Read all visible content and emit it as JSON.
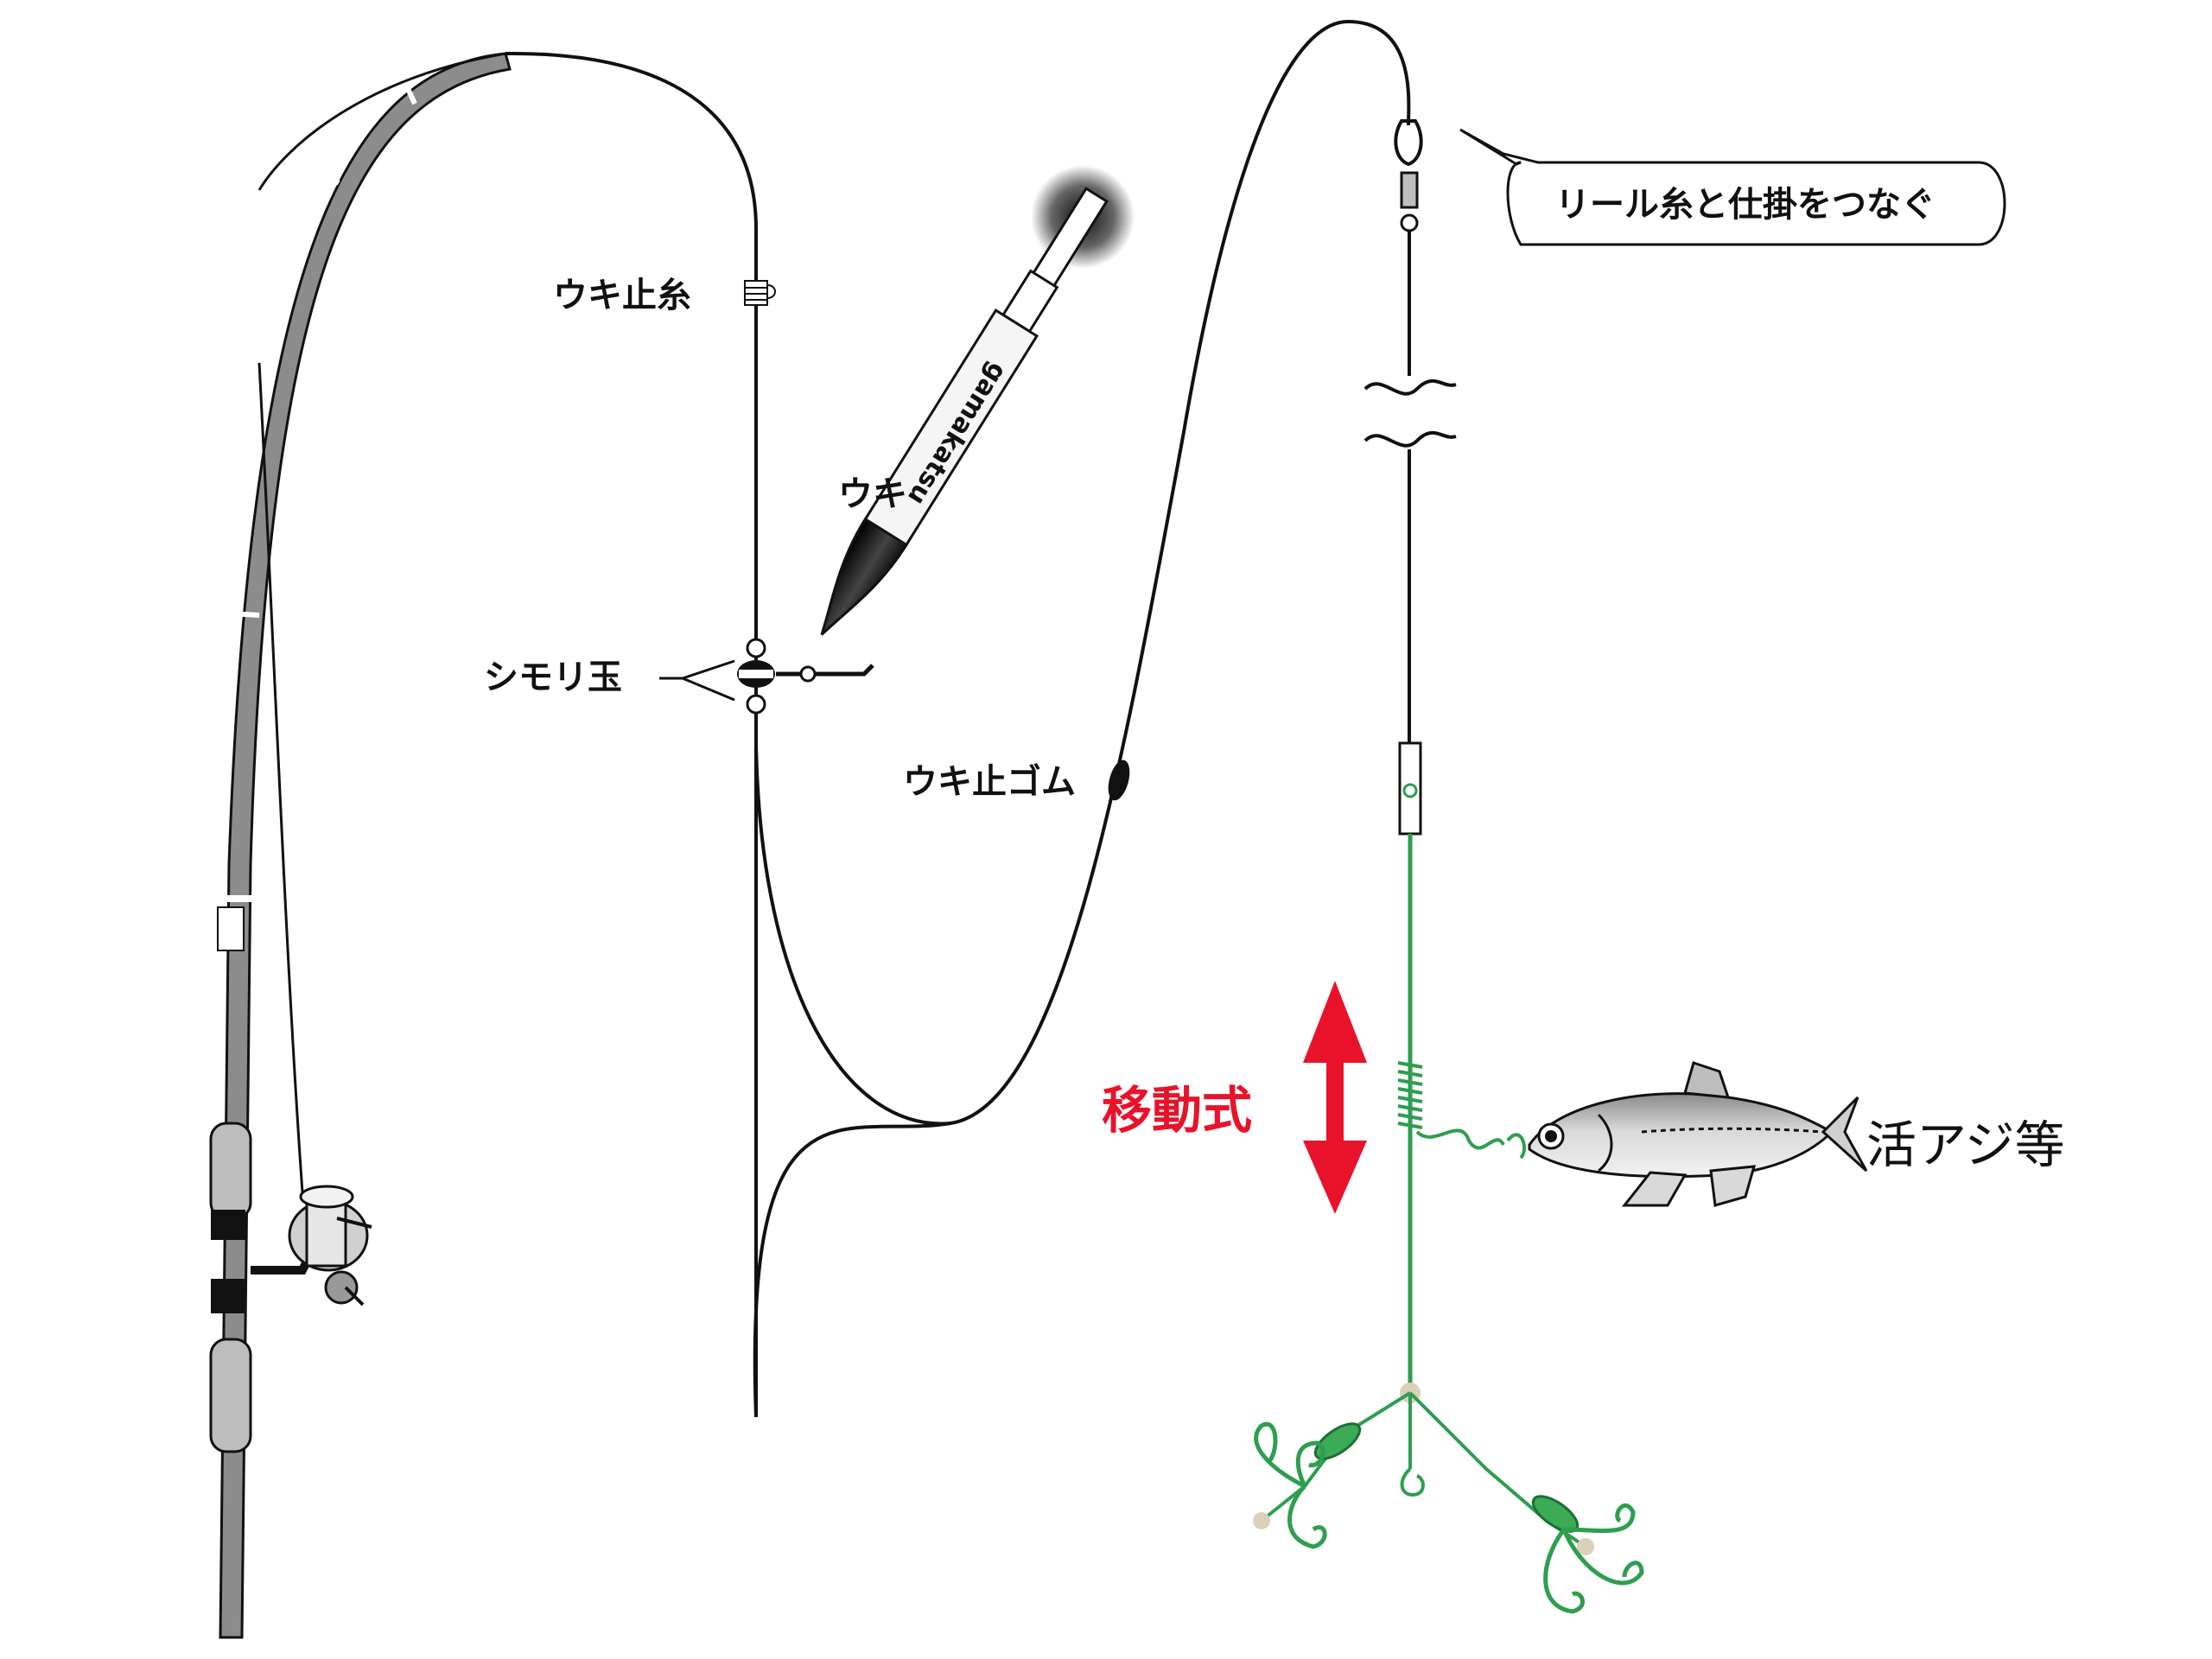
{
  "labels": {
    "stopper_knot": "ウキ止糸",
    "float": "ウキ",
    "beads": "シモリ玉",
    "stopper_rubber": "ウキ止ゴム",
    "callout": "リール糸と仕掛をつなぐ",
    "movable": "移動式",
    "bait": "活アジ等",
    "float_brand": "gamakatsu"
  },
  "colors": {
    "line": "#111111",
    "leader": "#2e9e4f",
    "arrow": "#e8132a",
    "rod_gray": "#8c8c8c",
    "label_red": "#e8132a"
  },
  "icons": {
    "callout": "speech-bubble",
    "arrow": "double-headed-arrow",
    "fish": "horse-mackerel",
    "hook": "treble-hook"
  }
}
